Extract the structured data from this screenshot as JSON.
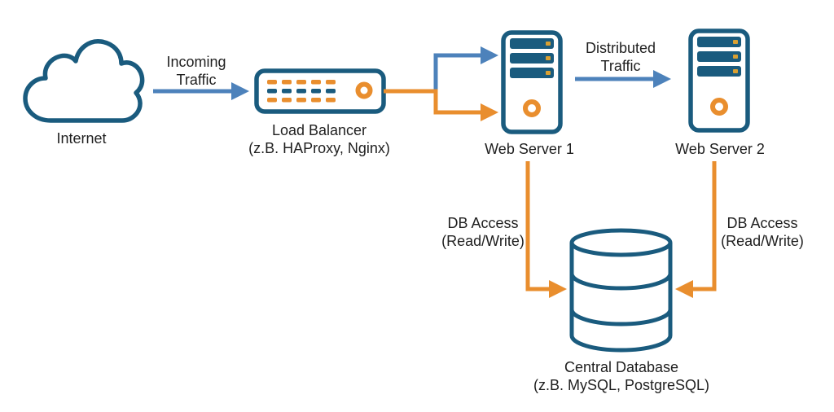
{
  "colors": {
    "bg": "#ffffff",
    "teal": "#1a5b7e",
    "blue": "#4d82bb",
    "orange": "#e98e2e",
    "gold": "#d9a032",
    "text": "#1f1f1f"
  },
  "nodes": {
    "internet": {
      "label": "Internet",
      "icon": "cloud-icon"
    },
    "load_balancer": {
      "label": "Load Balancer",
      "sublabel": "(z.B. HAProxy, Nginx)",
      "icon": "load-balancer-appliance-icon"
    },
    "web_server_1": {
      "label": "Web Server 1",
      "icon": "server-tower-icon"
    },
    "web_server_2": {
      "label": "Web Server 2",
      "icon": "server-tower-icon"
    },
    "central_database": {
      "label": "Central Database",
      "sublabel": "(z.B. MySQL, PostgreSQL)",
      "icon": "database-cylinder-icon"
    }
  },
  "edges": {
    "incoming_traffic": {
      "label_lines": [
        "Incoming",
        "Traffic"
      ],
      "color": "#4d82bb"
    },
    "distributed_traffic": {
      "label_lines": [
        "Distributed",
        "Traffic"
      ],
      "color": "#4d82bb"
    },
    "db_access_ws1": {
      "label_lines": [
        "DB Access",
        "(Read/Write)"
      ],
      "color": "#e98e2e"
    },
    "db_access_ws2": {
      "label_lines": [
        "DB Access",
        "(Read/Write)"
      ],
      "color": "#e98e2e"
    }
  }
}
